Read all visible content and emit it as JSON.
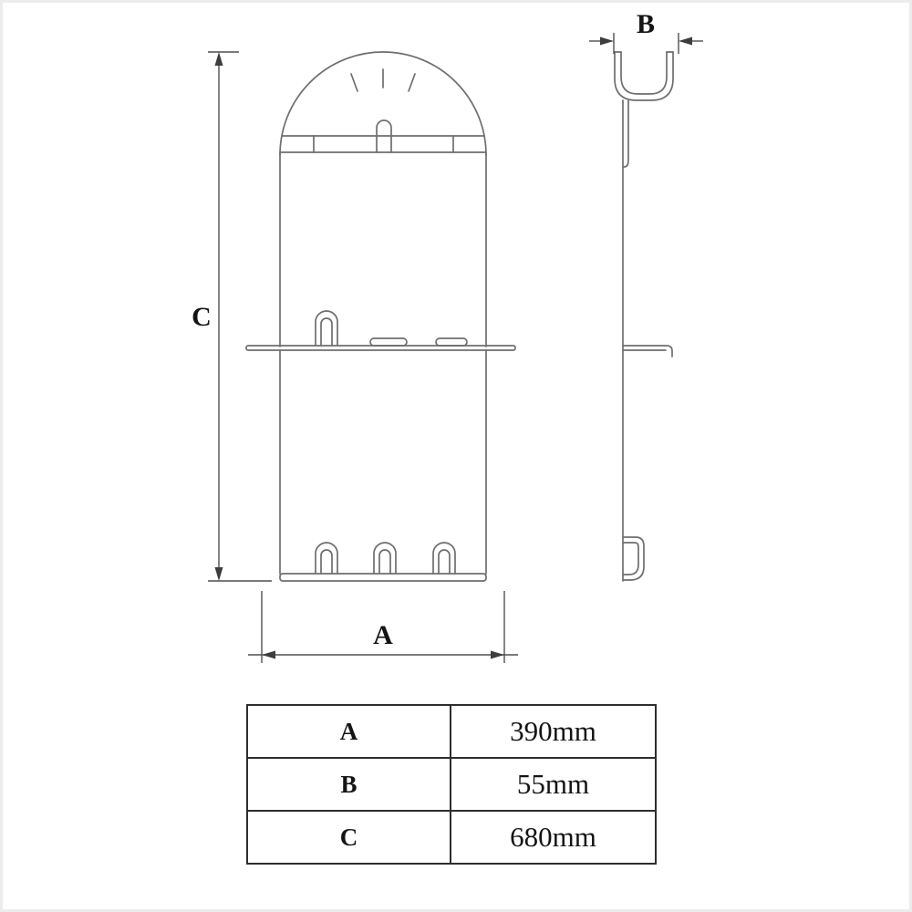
{
  "drawing": {
    "dim_a_label": "A",
    "dim_b_label": "B",
    "dim_c_label": "C"
  },
  "dimensions_table": {
    "rows": [
      {
        "label": "A",
        "value": "390mm"
      },
      {
        "label": "B",
        "value": "55mm"
      },
      {
        "label": "C",
        "value": "680mm"
      }
    ]
  }
}
